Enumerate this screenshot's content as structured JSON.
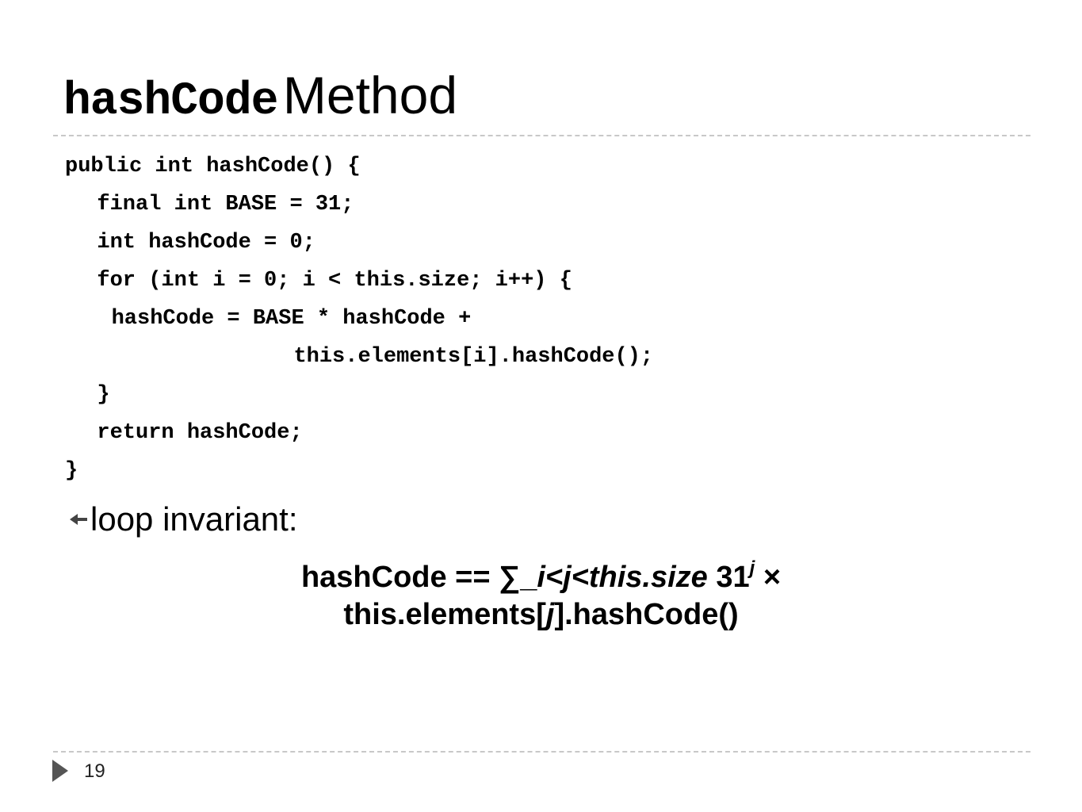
{
  "slide": {
    "title_code": "hashCode",
    "title_text": "Method",
    "code_lines": [
      "public int hashCode() {",
      "  final int BASE = 31;",
      "  int hashCode = 0;",
      "  for (int i = 0; i < this.size; i++) {",
      "   hashCode = BASE * hashCode +",
      "                 this.elements[i].hashCode();",
      "  }",
      "  return hashCode;",
      "}"
    ],
    "bullet": {
      "icon": "arrow-left-bullet-icon",
      "text": "loop invariant:"
    },
    "formula": {
      "part_a": "hashCode == ∑_",
      "part_b_italic": "i<j<this.size",
      "part_c": " 31",
      "sup_italic": "j",
      "part_d": " ×",
      "line2_a": "this.elements[",
      "line2_b_italic": "j",
      "line2_c": "].hashCode()"
    },
    "page_number": "19",
    "colors": {
      "text": "#000000",
      "rule": "#c8c8c8",
      "footer_icon": "#555555"
    }
  }
}
